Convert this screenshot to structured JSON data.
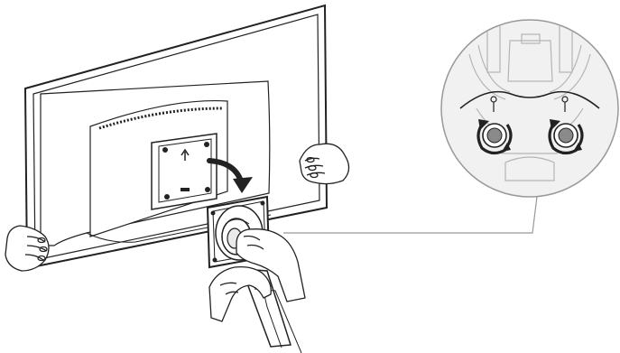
{
  "illustration": {
    "kind": "line-art assembly instruction",
    "background": "#ffffff",
    "stroke_color": "#222222",
    "detail_fill": "#eaeaea",
    "callout_fill": "#f1f1f1",
    "screw_fill": "#8a8a8a",
    "arrow_color": "#222222"
  },
  "icons": {
    "rotate_arrow": "curved-arrow-icon",
    "up_arrow": "up-arrow-icon",
    "lock_symbol": "padlock-icon"
  },
  "callout": {
    "screws": 2,
    "rotation": "clockwise"
  }
}
